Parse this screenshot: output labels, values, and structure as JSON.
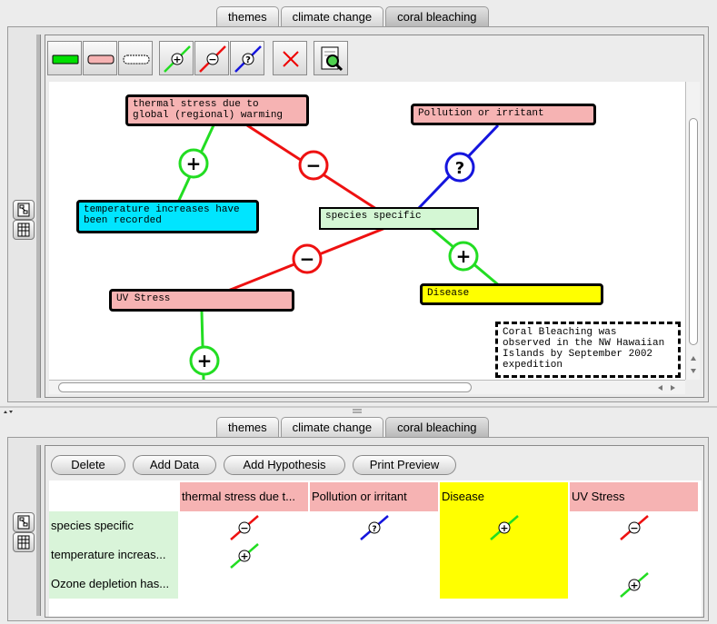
{
  "tabs": [
    "themes",
    "climate change",
    "coral bleaching"
  ],
  "toolbar": [
    {
      "name": "green-link-type-button",
      "icon": "green-bar-icon"
    },
    {
      "name": "pink-link-type-button",
      "icon": "pink-bar-icon"
    },
    {
      "name": "plain-link-type-button",
      "icon": "white-bar-icon"
    },
    {
      "name": "positive-link-button",
      "icon": "plus-link-icon"
    },
    {
      "name": "negative-link-button",
      "icon": "minus-link-icon"
    },
    {
      "name": "unknown-link-button",
      "icon": "question-link-icon"
    },
    {
      "name": "delete-button",
      "icon": "red-x-icon"
    },
    {
      "name": "inspect-button",
      "icon": "magnifier-document-icon"
    }
  ],
  "diagram": {
    "nodes": {
      "thermal": "thermal stress due to\nglobal (regional) warming",
      "pollution": "Pollution or irritant",
      "temperature": "temperature increases have\nbeen recorded",
      "species": "species specific",
      "uv": "UV Stress",
      "disease": "Disease"
    },
    "note": "Coral Bleaching was\nobserved in the NW Hawaiian\nIslands by September 2002\nexpedition",
    "links": [
      {
        "from": "thermal",
        "to": "temperature",
        "sign": "+"
      },
      {
        "from": "thermal",
        "to": "species",
        "sign": "−"
      },
      {
        "from": "pollution",
        "to": "species",
        "sign": "?"
      },
      {
        "from": "species",
        "to": "uv",
        "sign": "−"
      },
      {
        "from": "species",
        "to": "disease",
        "sign": "+"
      },
      {
        "from": "uv",
        "to": "offscreen",
        "sign": "+"
      }
    ]
  },
  "actions": {
    "delete": "Delete",
    "add_data": "Add Data",
    "add_hypothesis": "Add Hypothesis",
    "print_preview": "Print Preview"
  },
  "table": {
    "columns": [
      "thermal stress due t...",
      "Pollution or irritant",
      "Disease",
      "UV Stress"
    ],
    "rows": [
      {
        "label": "species specific",
        "cells": [
          "−",
          "?",
          "+",
          "−"
        ]
      },
      {
        "label": "temperature increas...",
        "cells": [
          "+",
          "",
          "",
          ""
        ]
      },
      {
        "label": "Ozone depletion has...",
        "cells": [
          "",
          "",
          "",
          "+"
        ]
      }
    ]
  },
  "colors": {
    "positive": "#22dd22",
    "negative": "#ee1111",
    "unknown": "#1515dd",
    "pink_node": "#f6b3b3",
    "cyan_node": "#00e5ff",
    "mint_node": "#d4f7d4",
    "yellow_node": "#ffff00"
  }
}
